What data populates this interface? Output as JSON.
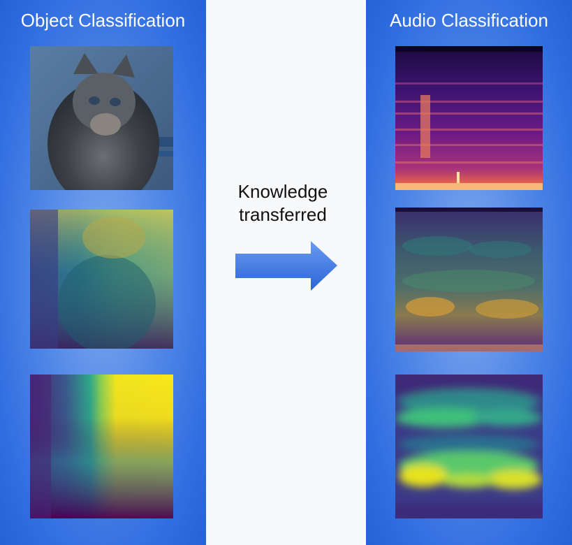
{
  "left_panel": {
    "title": "Object Classification",
    "tiles": [
      {
        "name": "cat-photo"
      },
      {
        "name": "cat-photo-heatmap-overlay"
      },
      {
        "name": "object-activation-heatmap"
      }
    ]
  },
  "right_panel": {
    "title": "Audio Classification",
    "tiles": [
      {
        "name": "audio-spectrogram"
      },
      {
        "name": "spectrogram-heatmap-overlay"
      },
      {
        "name": "audio-activation-heatmap"
      }
    ]
  },
  "middle": {
    "label_line1": "Knowledge",
    "label_line2": "transferred",
    "arrow_icon": "right-arrow-icon"
  },
  "colors": {
    "panel_blue": "#2f6de0",
    "panel_center": "#7fa9ef",
    "arrow_blue": "#3f78e0",
    "background": "#f8f9fa"
  }
}
